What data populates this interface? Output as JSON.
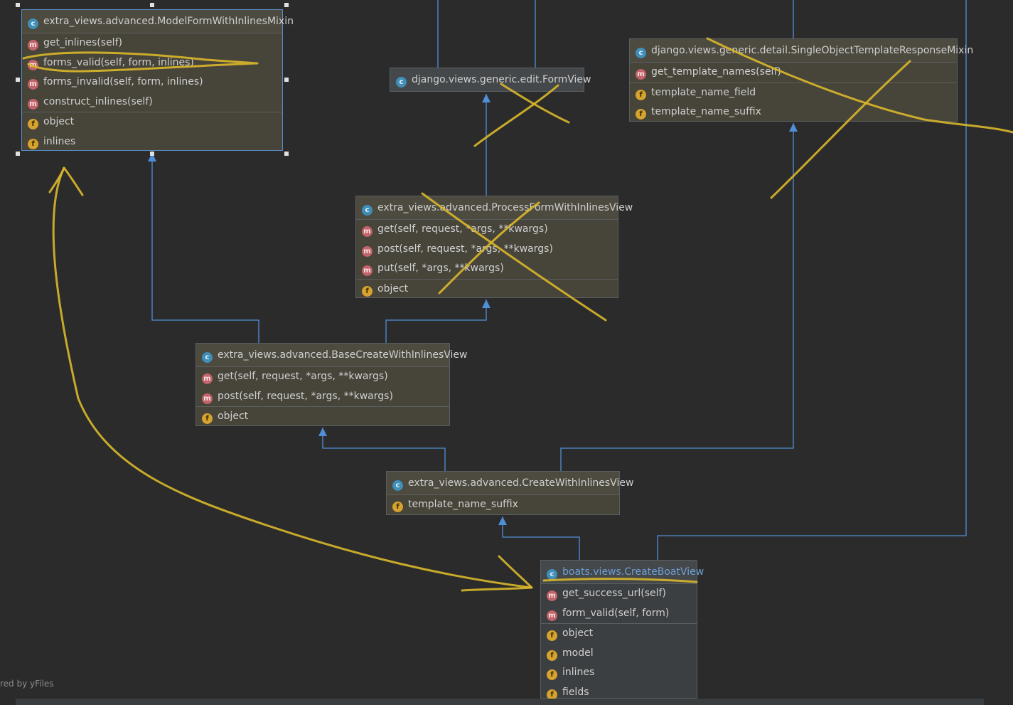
{
  "colors": {
    "background": "#2b2b2b",
    "edge": "#4f8fd8",
    "scribble": "#d9b82a"
  },
  "classes": {
    "mixin": {
      "name": "extra_views.advanced.ModelFormWithInlinesMixin",
      "methods": [
        "get_inlines(self)",
        "forms_valid(self, form, inlines)",
        "forms_invalid(self, form, inlines)",
        "construct_inlines(self)"
      ],
      "fields": [
        "object",
        "inlines"
      ]
    },
    "formview": {
      "name": "django.views.generic.edit.FormView"
    },
    "singleobject": {
      "name": "django.views.generic.detail.SingleObjectTemplateResponseMixin",
      "methods": [
        "get_template_names(self)"
      ],
      "fields": [
        "template_name_field",
        "template_name_suffix"
      ]
    },
    "processform": {
      "name": "extra_views.advanced.ProcessFormWithInlinesView",
      "methods": [
        "get(self, request, *args, **kwargs)",
        "post(self, request, *args, **kwargs)",
        "put(self, *args, **kwargs)"
      ],
      "fields": [
        "object"
      ]
    },
    "basecreate": {
      "name": "extra_views.advanced.BaseCreateWithInlinesView",
      "methods": [
        "get(self, request, *args, **kwargs)",
        "post(self, request, *args, **kwargs)"
      ],
      "fields": [
        "object"
      ]
    },
    "createwith": {
      "name": "extra_views.advanced.CreateWithInlinesView",
      "fields": [
        "template_name_suffix"
      ]
    },
    "createboat": {
      "name": "boats.views.CreateBoatView",
      "methods": [
        "get_success_url(self)",
        "form_valid(self, form)"
      ],
      "fields": [
        "object",
        "model",
        "inlines",
        "fields"
      ]
    }
  },
  "icons": {
    "class": "c",
    "method": "m",
    "field": "f"
  },
  "footer": {
    "credit": "red by yFiles"
  }
}
